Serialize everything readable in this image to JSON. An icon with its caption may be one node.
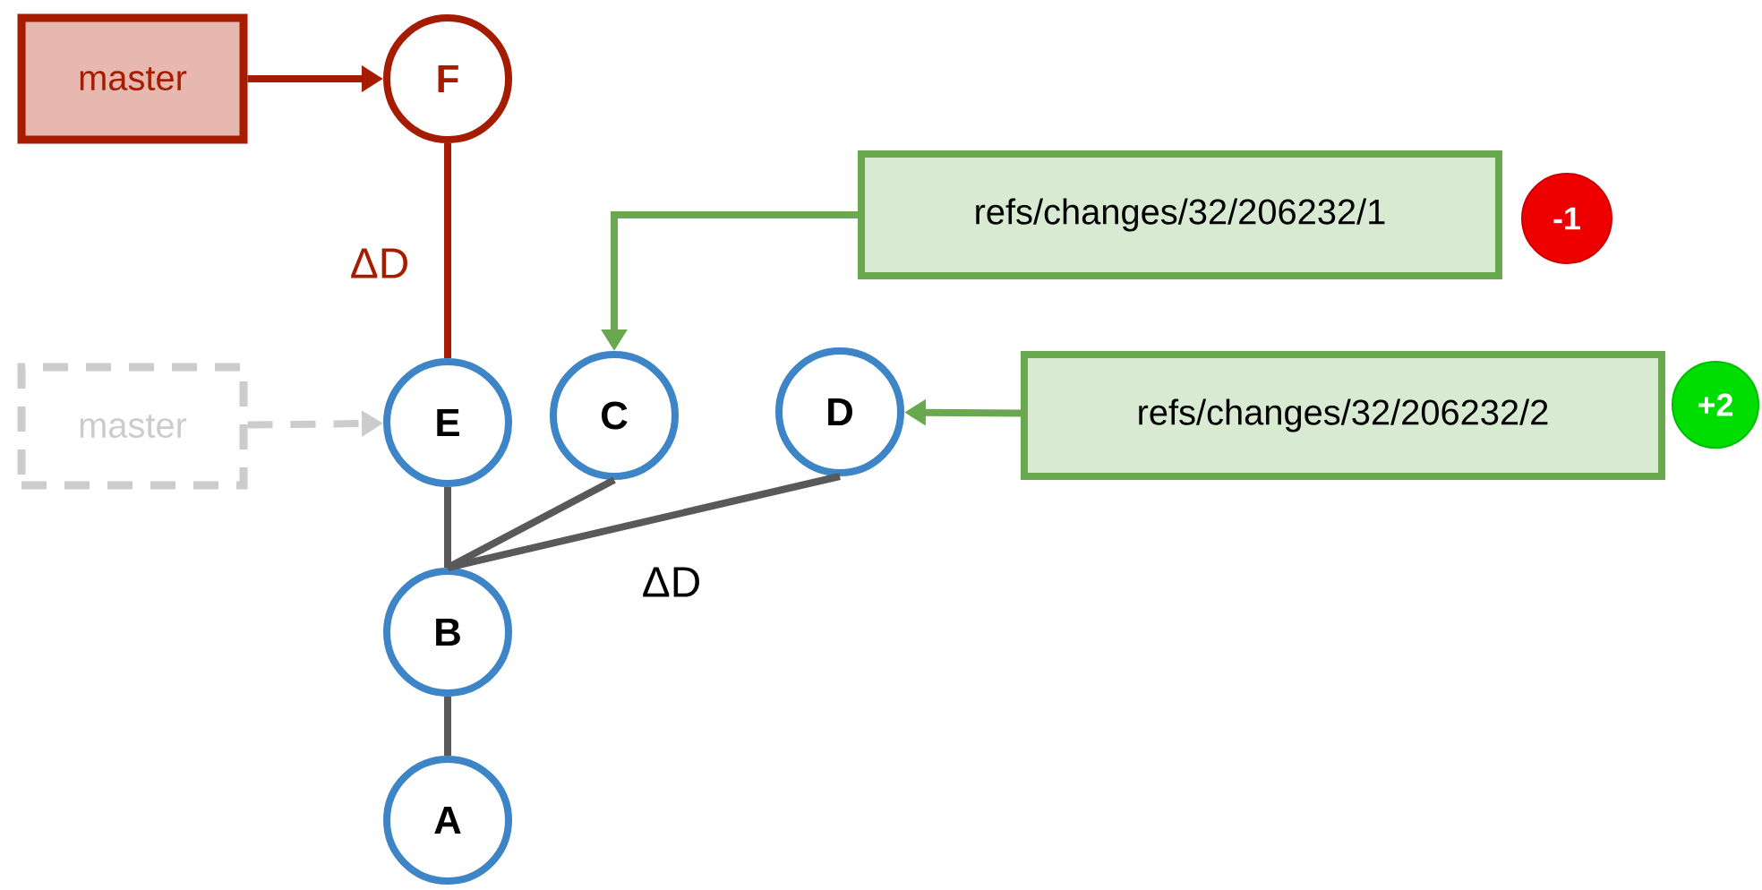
{
  "diagram": {
    "nodes": [
      {
        "text": [
          "master"
        ]
      },
      {
        "text": [
          "F"
        ]
      },
      {
        "text": [
          "master"
        ]
      },
      {
        "text": [
          "E"
        ]
      },
      {
        "text": [
          "C"
        ]
      },
      {
        "text": [
          "D"
        ]
      },
      {
        "text": [
          "refs/changes/32/206232/1"
        ]
      },
      {
        "text": [
          "-1"
        ]
      },
      {
        "text": [
          "refs/changes/32/206232/2"
        ]
      },
      {
        "text": [
          "+2"
        ]
      },
      {
        "text": [
          "B"
        ]
      },
      {
        "text": [
          "A"
        ]
      }
    ],
    "edges": [
      {
        "from": 0,
        "to": 1,
        "arrow": "to",
        "color": "#a61c00"
      },
      {
        "from": 1,
        "to": 3,
        "arrow": "none",
        "label": "ΔD",
        "color": "#a61c00"
      },
      {
        "from": 2,
        "to": 3,
        "arrow": "to",
        "style": "dashed",
        "color": "#cccccc"
      },
      {
        "from": 6,
        "to": 4,
        "arrow": "to",
        "color": "#6aa84f"
      },
      {
        "from": 8,
        "to": 5,
        "arrow": "to",
        "color": "#6aa84f"
      },
      {
        "from": 3,
        "to": 10,
        "arrow": "none"
      },
      {
        "from": 4,
        "to": 10,
        "arrow": "none"
      },
      {
        "from": 5,
        "to": 10,
        "arrow": "none",
        "label": "ΔD"
      },
      {
        "from": 10,
        "to": 11,
        "arrow": "none"
      }
    ]
  }
}
